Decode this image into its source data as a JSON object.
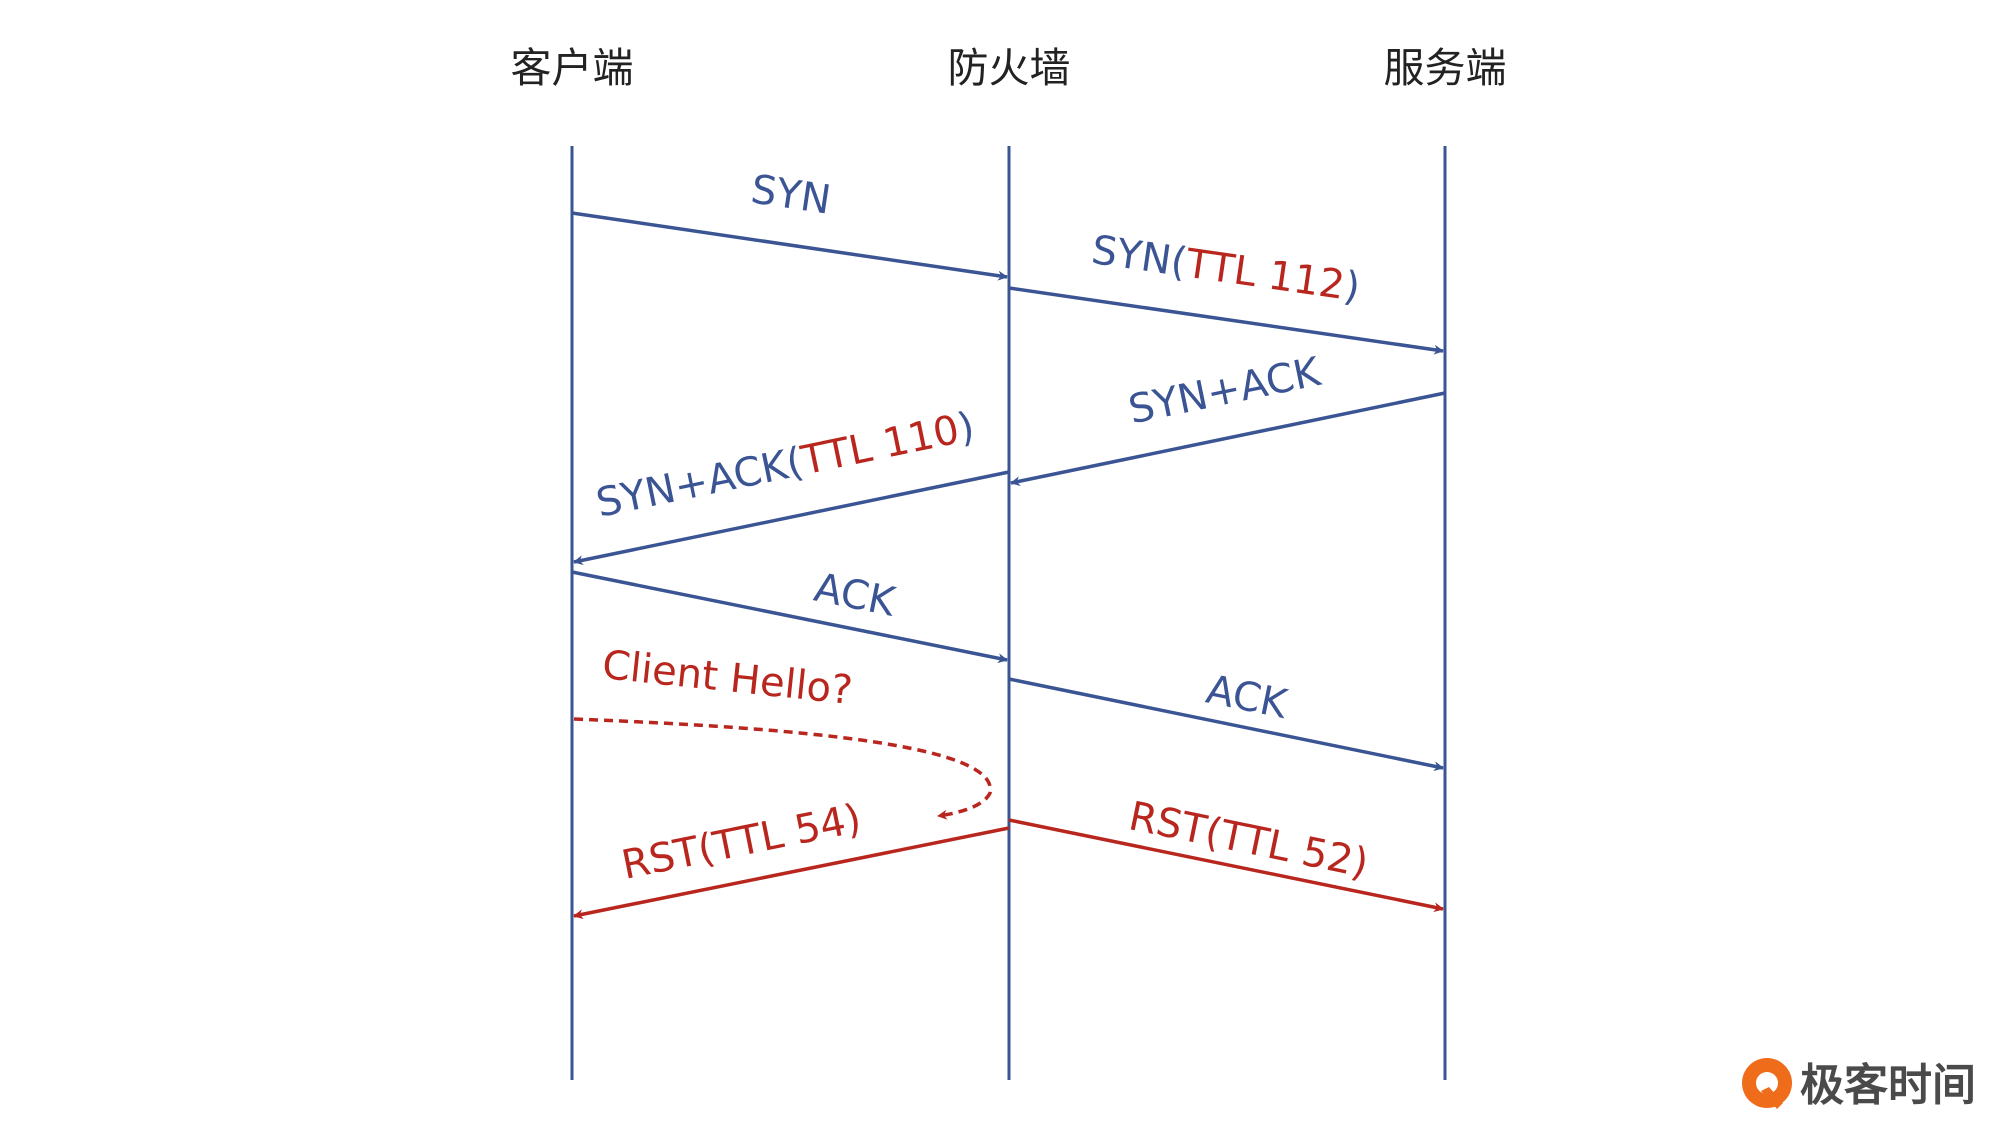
{
  "colors": {
    "primary": "#3a5494",
    "alert": "#b8261e",
    "text": "#222222",
    "brand_orange": "#ef6c1b",
    "brand_text": "#4a4a4a"
  },
  "actors": {
    "client": "客户端",
    "firewall": "防火墙",
    "server": "服务端"
  },
  "messages": {
    "m1": {
      "text": "SYN"
    },
    "m2": {
      "prefix": "SYN(",
      "highlight": "TTL 112",
      "suffix": ")"
    },
    "m3": {
      "text": "SYN+ACK"
    },
    "m4": {
      "prefix": "SYN+ACK(",
      "highlight": "TTL 110",
      "suffix": ")"
    },
    "m5": {
      "text": "ACK"
    },
    "m6": {
      "text": "ACK"
    },
    "m7": {
      "text": "Client Hello?"
    },
    "m8": {
      "text": "RST(TTL 54)"
    },
    "m9": {
      "text": "RST(TTL 52)"
    }
  },
  "brand": {
    "name": "极客时间",
    "logo_icon": "geektime-logo-icon"
  }
}
